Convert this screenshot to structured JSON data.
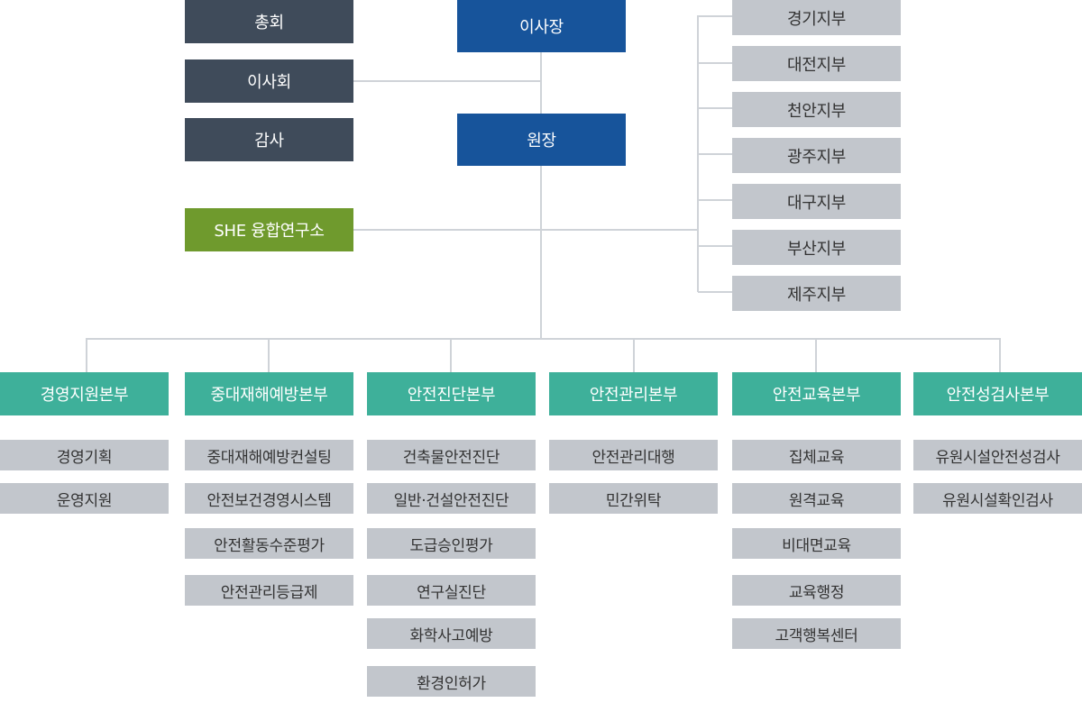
{
  "top": {
    "general_meeting": "총회",
    "board": "이사회",
    "audit": "감사",
    "chairman": "이사장",
    "director": "원장",
    "institute": "SHE 융합연구소"
  },
  "branches": [
    "경기지부",
    "대전지부",
    "천안지부",
    "광주지부",
    "대구지부",
    "부산지부",
    "제주지부"
  ],
  "headquarters": [
    {
      "name": "경영지원본부",
      "items": [
        "경영기획",
        "운영지원"
      ]
    },
    {
      "name": "중대재해예방본부",
      "items": [
        "중대재해예방컨설팅",
        "안전보건경영시스템",
        "안전활동수준평가",
        "안전관리등급제"
      ]
    },
    {
      "name": "안전진단본부",
      "items": [
        "건축물안전진단",
        "일반·건설안전진단",
        "도급승인평가",
        "연구실진단",
        "화학사고예방",
        "환경인허가"
      ]
    },
    {
      "name": "안전관리본부",
      "items": [
        "안전관리대행",
        "민간위탁"
      ]
    },
    {
      "name": "안전교육본부",
      "items": [
        "집체교육",
        "원격교육",
        "비대면교육",
        "교육행정",
        "고객행복센터"
      ]
    },
    {
      "name": "안전성검사본부",
      "items": [
        "유원시설안전성검사",
        "유원시설확인검사"
      ]
    }
  ]
}
